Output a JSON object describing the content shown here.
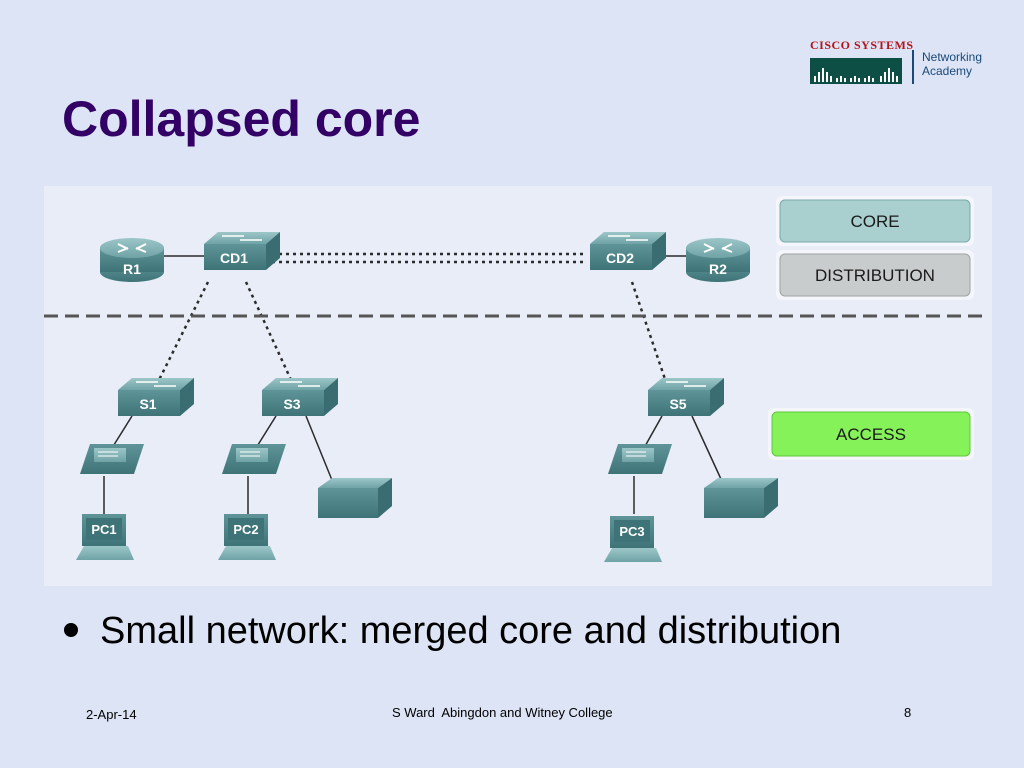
{
  "slide": {
    "title": "Collapsed core",
    "bullet": "Small network: merged core and distribution"
  },
  "logo": {
    "brand": "CISCO SYSTEMS",
    "academy_line1": "Networking",
    "academy_line2": "Academy"
  },
  "diagram": {
    "layers": {
      "core": "CORE",
      "distribution": "DISTRIBUTION",
      "access": "ACCESS"
    },
    "routers": {
      "r1": "R1",
      "r2": "R2"
    },
    "switches": {
      "cd1": "CD1",
      "cd2": "CD2",
      "s1": "S1",
      "s3": "S3",
      "s5": "S5"
    },
    "pcs": {
      "pc1": "PC1",
      "pc2": "PC2",
      "pc3": "PC3"
    }
  },
  "footer": {
    "date": "2-Apr-14",
    "center": "S Ward  Abingdon and Witney College",
    "page": "8"
  },
  "colors": {
    "title": "#330066",
    "background": "#dce4f5",
    "device": "#4f8a8e",
    "core_box": "#a9cfcf",
    "distribution_box": "#c9cccc",
    "access_box": "#86f25a"
  }
}
